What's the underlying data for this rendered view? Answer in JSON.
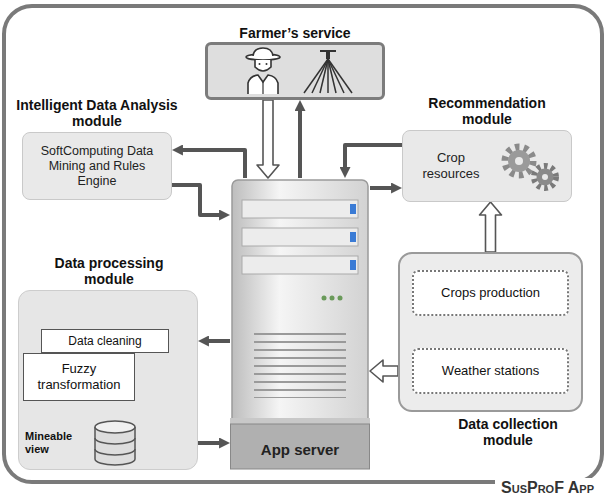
{
  "diagram": {
    "nodes": [
      {
        "text": [
          "Farmer’s service"
        ]
      },
      {
        "text": [
          "Intelligent Data Analysis module",
          "SoftComputing Data Mining and Rules Engine"
        ]
      },
      {
        "text": [
          "Recommendation module",
          "Crop resources"
        ]
      },
      {
        "text": [
          "App server"
        ]
      },
      {
        "text": [
          "Data processing module"
        ]
      },
      {
        "text": [
          "Data cleaning"
        ],
        "in": 4
      },
      {
        "text": [
          "Fuzzy transformation"
        ],
        "in": 4
      },
      {
        "text": [
          "Mineable view"
        ],
        "in": 4
      },
      {
        "text": [
          "Data collection module"
        ]
      },
      {
        "text": [
          "Crops production"
        ],
        "in": 8
      },
      {
        "text": [
          "Weather stations"
        ],
        "in": 8
      }
    ],
    "edges": [
      {
        "from": 0,
        "to": 3,
        "arrow": "to"
      },
      {
        "from": 3,
        "to": 0,
        "arrow": "to"
      },
      {
        "from": 3,
        "to": 1,
        "arrow": "to"
      },
      {
        "from": 1,
        "to": 3,
        "arrow": "to"
      },
      {
        "from": 2,
        "to": 3,
        "arrow": "to"
      },
      {
        "from": 3,
        "to": 2,
        "arrow": "to"
      },
      {
        "from": 3,
        "to": 4,
        "arrow": "to"
      },
      {
        "from": 7,
        "to": 3,
        "arrow": "to"
      },
      {
        "from": 6,
        "to": 7,
        "arrow": "to"
      },
      {
        "from": 8,
        "to": 2,
        "arrow": "to"
      },
      {
        "from": 8,
        "to": 3,
        "arrow": "to"
      }
    ],
    "labels": [
      "SusProF App"
    ]
  }
}
